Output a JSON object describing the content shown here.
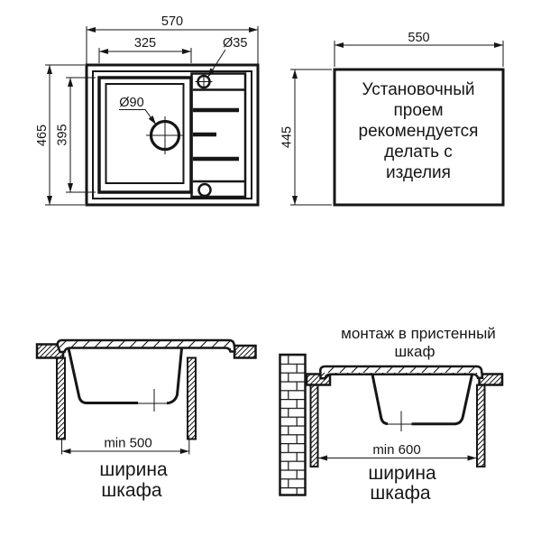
{
  "top_view": {
    "dim_overall_width": "570",
    "dim_bowl_width": "325",
    "dim_tap_hole_diameter": "Ø35",
    "dim_drain_diameter": "Ø90",
    "dim_overall_depth": "465",
    "dim_bowl_depth": "395"
  },
  "cutout_view": {
    "dim_width": "550",
    "dim_depth": "445",
    "note_lines": [
      "Установочный",
      "проем",
      "рекомендуется",
      "делать с",
      "изделия"
    ]
  },
  "section_standard": {
    "dim_min_width": "min 500",
    "caption_line1": "ширина",
    "caption_line2": "шкафа"
  },
  "section_wall_mount": {
    "title_line1": "монтаж в пристенный",
    "title_line2": "шкаф",
    "dim_min_width": "min 600",
    "caption_line1": "ширина",
    "caption_line2": "шкафа"
  },
  "colors": {
    "line": "#161616",
    "background": "#ffffff"
  }
}
